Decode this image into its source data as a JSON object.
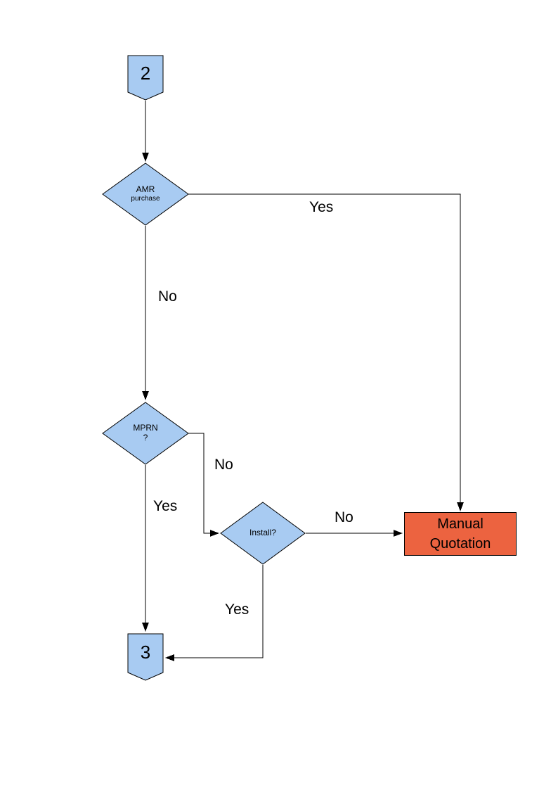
{
  "colors": {
    "node_fill": "#A8CBF2",
    "node_border": "#000000",
    "manual_fill": "#EC6340",
    "line": "#000000"
  },
  "nodes": {
    "connector_start": {
      "label": "2"
    },
    "amr": {
      "title": "AMR",
      "subtitle": "purchase"
    },
    "mprn": {
      "title": "MPRN",
      "subtitle": "?"
    },
    "install": {
      "label": "Install?"
    },
    "manual_quotation": {
      "label": "Manual Quotation"
    },
    "connector_end": {
      "label": "3"
    }
  },
  "edge_labels": {
    "amr_yes": "Yes",
    "amr_no": "No",
    "mprn_no": "No",
    "mprn_yes": "Yes",
    "install_no": "No",
    "install_yes": "Yes"
  }
}
